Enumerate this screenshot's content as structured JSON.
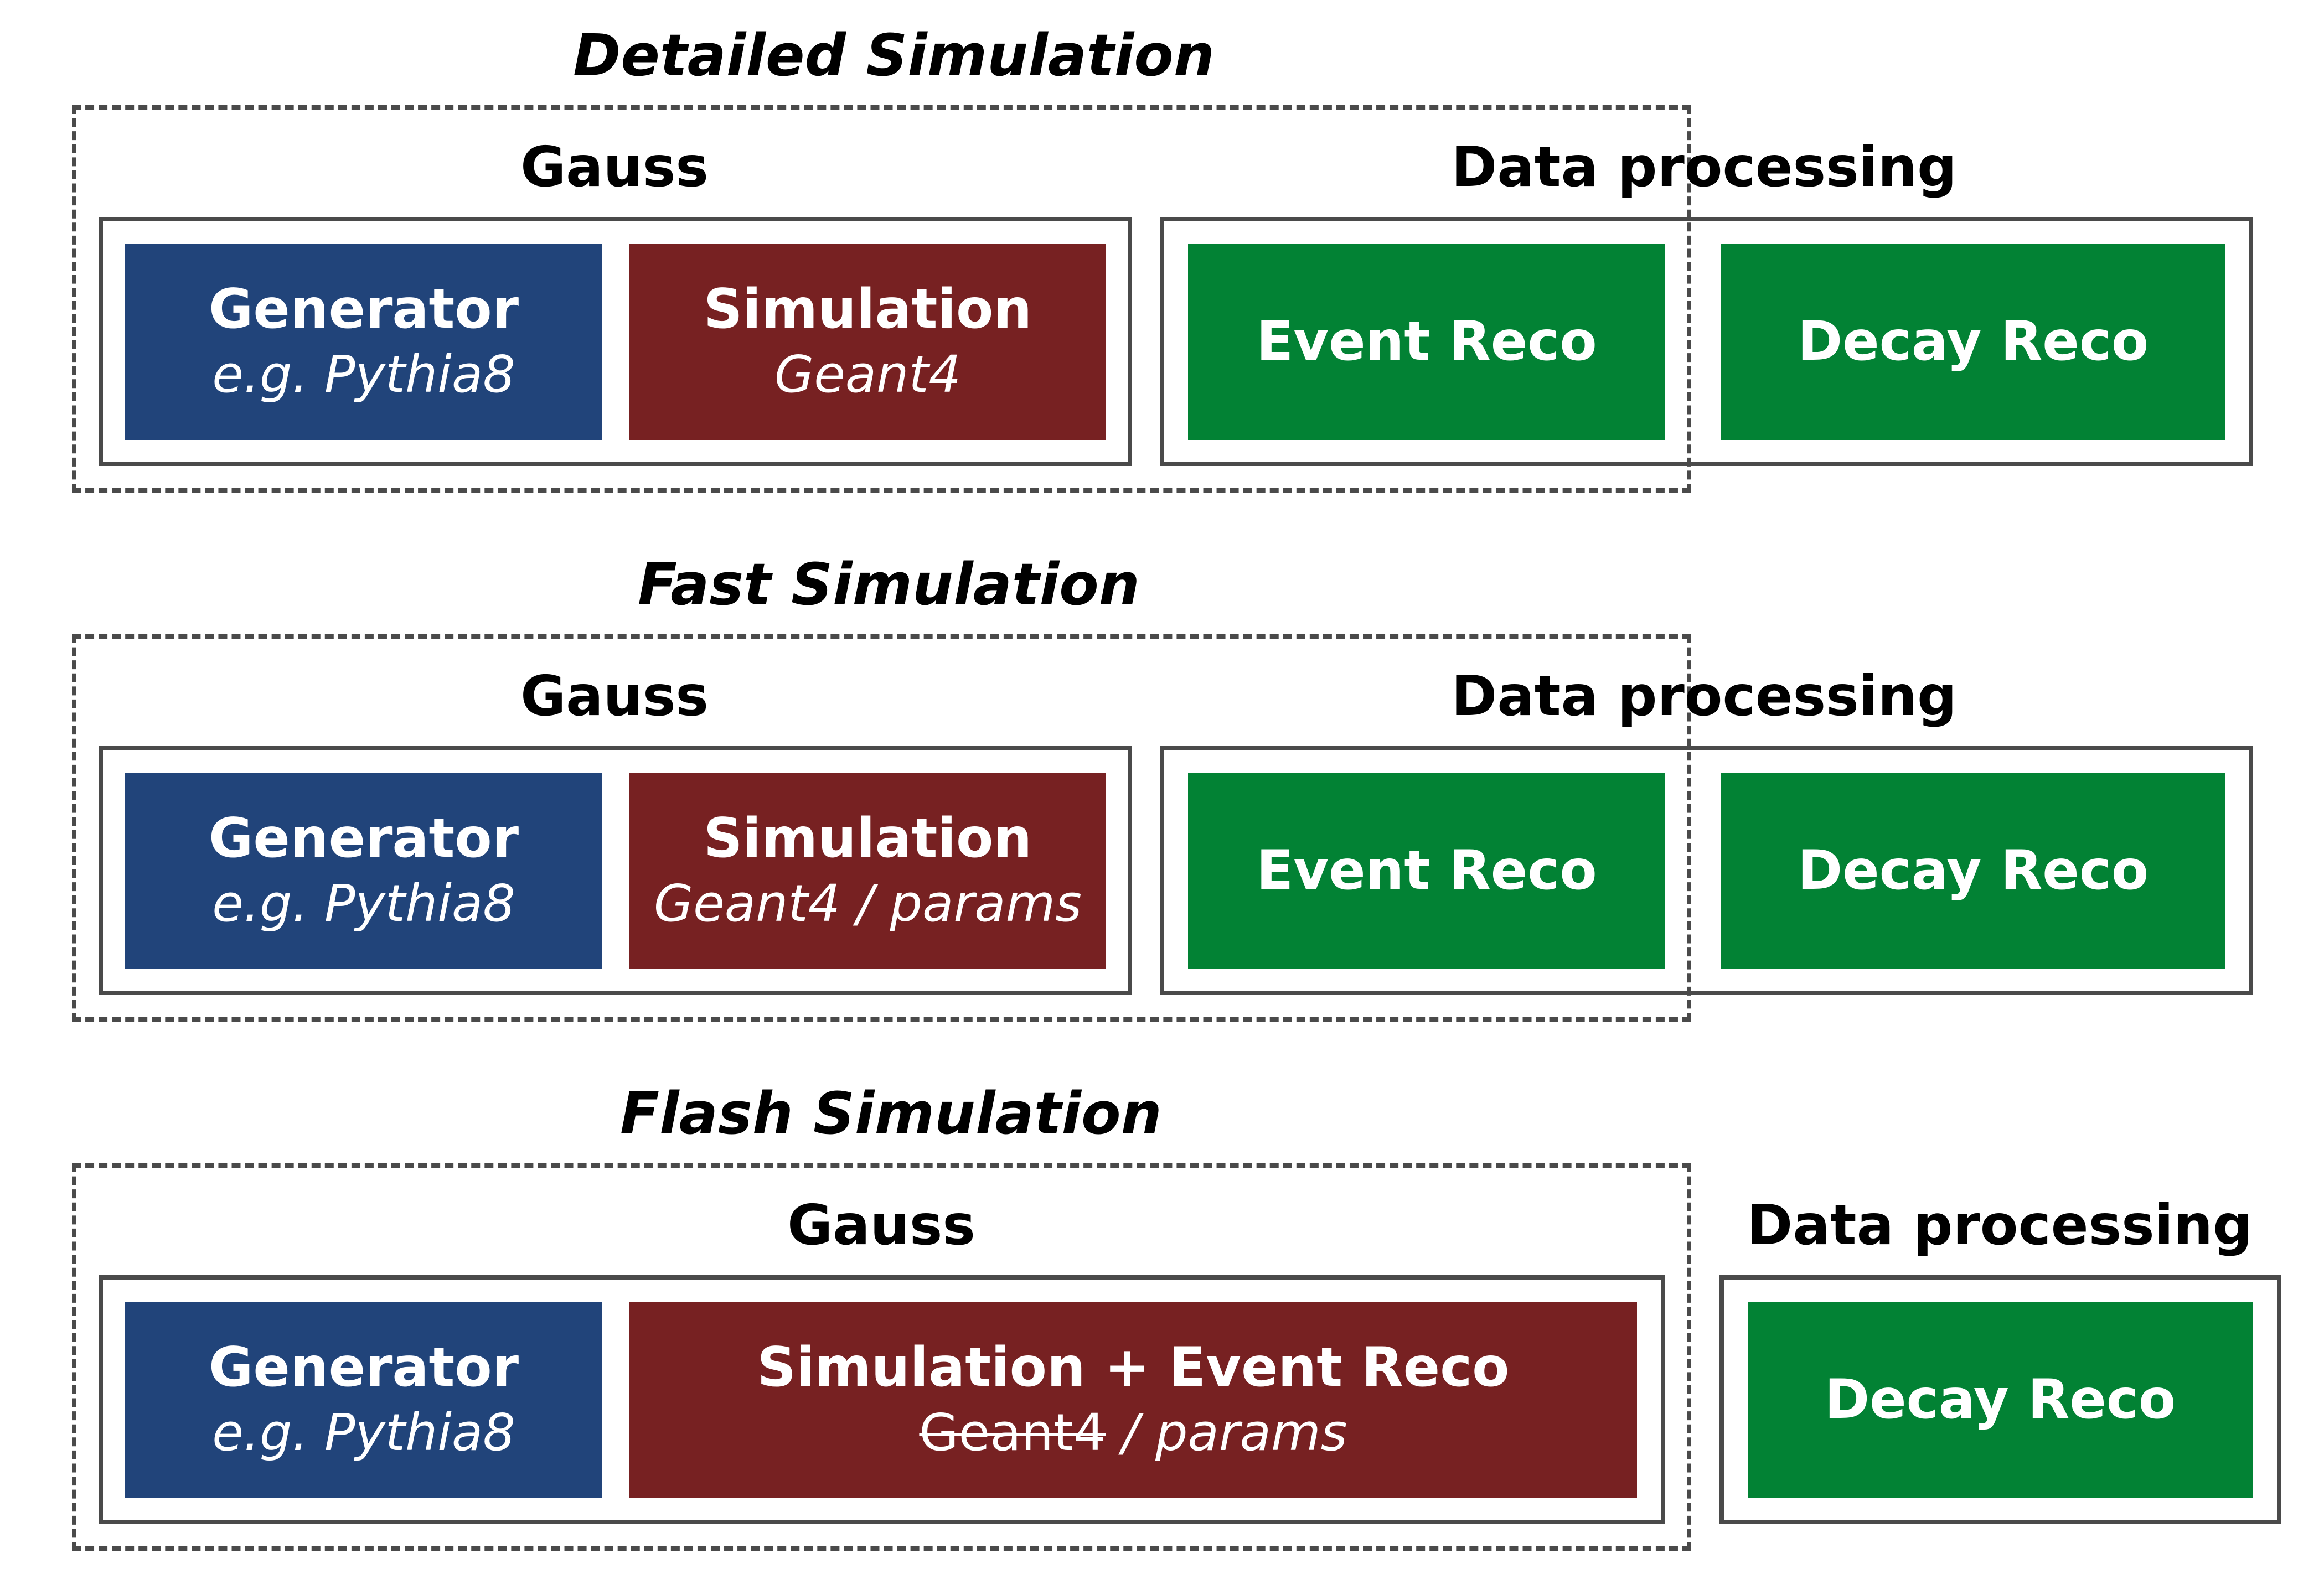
{
  "colors": {
    "generator": "#21447A",
    "simulation": "#772122",
    "reco": "#028234",
    "frame": "#4a4a4a"
  },
  "detailed": {
    "title": "Detailed Simulation",
    "gauss_label": "Gauss",
    "data_processing_label": "Data processing",
    "generator_title": "Generator",
    "generator_sub": "e.g. Pythia8",
    "simulation_title": "Simulation",
    "simulation_sub": "Geant4",
    "event_reco": "Event Reco",
    "decay_reco": "Decay Reco"
  },
  "fast": {
    "title": "Fast Simulation",
    "gauss_label": "Gauss",
    "data_processing_label": "Data processing",
    "generator_title": "Generator",
    "generator_sub": "e.g. Pythia8",
    "simulation_title": "Simulation",
    "simulation_sub": "Geant4 / params",
    "event_reco": "Event Reco",
    "decay_reco": "Decay Reco"
  },
  "flash": {
    "title": "Flash Simulation",
    "gauss_label": "Gauss",
    "data_processing_label": "Data processing",
    "generator_title": "Generator",
    "generator_sub": "e.g. Pythia8",
    "simulation_title": "Simulation + Event Reco",
    "simulation_sub_struck": "Geant4",
    "simulation_sub_rest": " / params",
    "decay_reco": "Decay Reco"
  }
}
